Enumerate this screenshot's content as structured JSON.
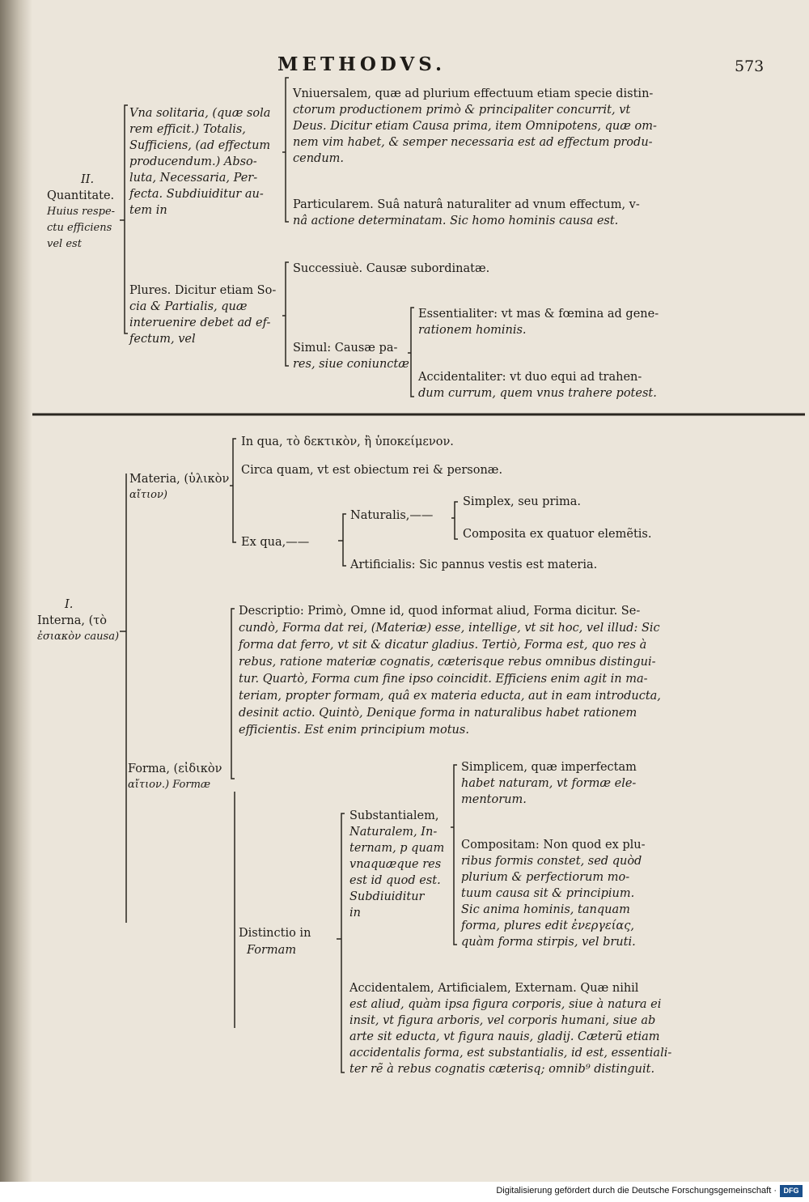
{
  "running_head": "METHODVS.",
  "page_number": "573",
  "section_h": {
    "numeral": "II.",
    "label": "Quantitate.",
    "sub": [
      "Huius respe-",
      "ctu efficiens",
      "vel est"
    ],
    "una_solitaria": [
      "Vna solitaria, (quæ sola",
      "rem efficit.) Totalis,",
      "Sufficiens, (ad effectum",
      "producendum.) Abso-",
      "luta, Necessaria, Per-",
      "fecta. Subdiuiditur au-",
      "tem in"
    ],
    "universalem": [
      "Vniuersalem, quæ ad plurium effectuum etiam specie distin-",
      "ctorum productionem primò & principaliter concurrit, vt",
      "Deus. Dicitur etiam Causa prima, item Omnipotens, quæ om-",
      "nem vim habet, & semper necessaria est ad effectum produ-",
      "cendum."
    ],
    "particularem": [
      "Particularem. Suâ naturâ naturaliter ad vnum effectum, v-",
      "nâ actione determinatam. Sic homo hominis causa est."
    ],
    "plures": [
      "Plures. Dicitur etiam So-",
      "cia & Partialis, quæ",
      "interuenire debet ad ef-",
      "fectum, vel"
    ],
    "successiue": "Successiuè. Causæ subordinatæ.",
    "simul": [
      "Simul: Causæ pa-",
      "res, siue coniunctæ"
    ],
    "essentialiter": [
      "Essentialiter: vt mas & fœmina ad gene-",
      "rationem hominis."
    ],
    "accidentaliter": [
      "Accidentaliter: vt duo equi ad trahen-",
      "dum currum, quem vnus trahere potest."
    ]
  },
  "section_i": {
    "numeral": "I.",
    "label": [
      "Interna, (τὸ",
      "ἐσιακὸν causa)"
    ],
    "materia": [
      "Materia, (ὑλικὸν",
      "αἴτιον)"
    ],
    "in_qua": "In qua, τὸ δεκτικὸν, ἢ ὑποκείμενον.",
    "circa_quam": "Circa quam, vt est obiectum rei & personæ.",
    "ex_qua": "Ex qua,——",
    "naturalis": "Naturalis,——",
    "simplex": "Simplex, seu prima.",
    "composita": "Composita ex quatuor elemẽtis.",
    "artificialis": "Artificialis: Sic pannus vestis est materia.",
    "descriptio": [
      "Descriptio: Primò, Omne id, quod informat aliud, Forma dicitur. Se-",
      "cundò, Forma dat rei, (Materiæ) esse, intellige, vt sit hoc, vel illud: Sic",
      "forma dat ferro, vt sit & dicatur gladius. Tertiò, Forma est, quo res à",
      "rebus, ratione materiæ cognatis, cæterisque rebus omnibus distingui-",
      "tur. Quartò, Forma cum fine ipso coincidit. Efficiens enim agit in ma-",
      "teriam, propter formam, quâ ex materia educta, aut in eam introducta,",
      "desinit actio. Quintò, Denique forma in naturalibus habet rationem",
      "efficientis. Est enim principium motus."
    ],
    "forma": [
      "Forma, (εἰδικὸν",
      "αἴτιον.) Formæ"
    ],
    "distinctio": [
      "Distinctio in",
      "Formam"
    ],
    "substantialem": [
      "Substantialem,",
      "Naturalem, In-",
      "ternam, p quam",
      "vnaquæque res",
      "est id quod est.",
      "Subdiuiditur",
      "in"
    ],
    "simplicem": [
      "Simplicem, quæ imperfectam",
      "habet naturam, vt formæ ele-",
      "mentorum."
    ],
    "compositam": [
      "Compositam: Non quod ex plu-",
      "ribus formis constet, sed quòd",
      "plurium & perfectiorum mo-",
      "tuum causa sit & principium.",
      "Sic anima hominis, tanquam",
      "forma, plures edit ἐνεργείας,",
      "quàm forma stirpis, vel bruti."
    ],
    "accidentalem": [
      "Accidentalem, Artificialem, Externam. Quæ nihil",
      "est aliud, quàm ipsa figura corporis, siue à natura ei",
      "insit, vt figura arboris, vel corporis humani, siue ab",
      "arte sit educta, vt figura nauis, gladij. Cæterũ etiam",
      "accidentalis forma, est substantialis, id est, essentiali-",
      "ter rẽ à rebus cognatis cæterisq; omnib⁹ distinguit."
    ]
  },
  "footer": {
    "text": "Digitalisierung gefördert durch die Deutsche Forschungsgemeinschaft ·",
    "logo": "DFG"
  }
}
